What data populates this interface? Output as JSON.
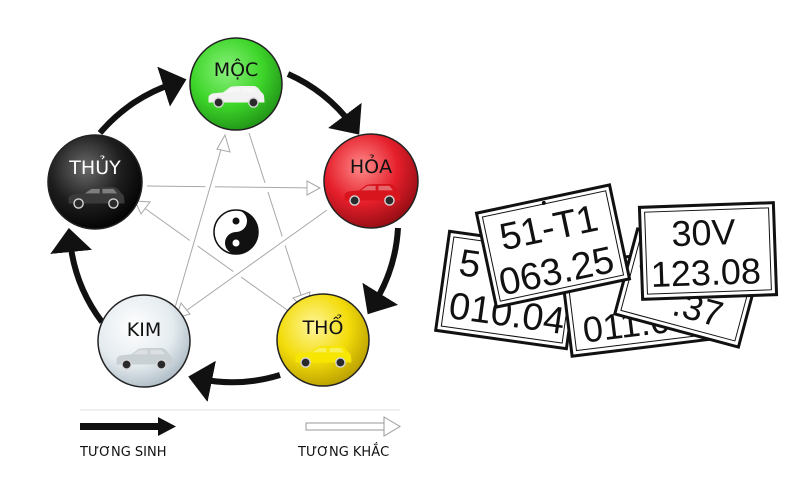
{
  "diagram": {
    "elements": {
      "moc": {
        "label": "MỘC",
        "color": "#3ed62a"
      },
      "hoa": {
        "label": "HỎA",
        "color": "#e51f2b"
      },
      "tho": {
        "label": "THỔ",
        "color": "#f3dc0a"
      },
      "kim": {
        "label": "KIM",
        "color": "#dfe6ea"
      },
      "thuy": {
        "label": "THỦY",
        "color": "#1a1a1a"
      }
    },
    "legend": {
      "generating_label": "TƯƠNG SINH",
      "overcoming_label": "TƯƠNG KHẮC"
    },
    "center_icon": "yin-yang-icon",
    "car_icon": "car-icon"
  },
  "plates": [
    {
      "line1": "5",
      "line2": "010.04"
    },
    {
      "line1": "",
      "line2": "011.01"
    },
    {
      "line1": "5",
      "line2": ".37"
    },
    {
      "line1": "51-T1",
      "line2": "063.25"
    },
    {
      "line1": "30V",
      "line2": "123.08"
    }
  ]
}
